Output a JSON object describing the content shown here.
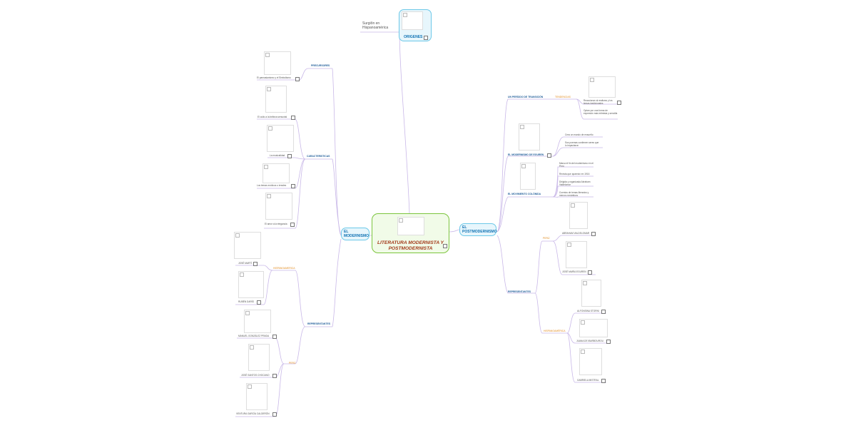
{
  "central": {
    "title": "LITERATURA MODERNISTA Y POSTMODERNISTA"
  },
  "origins": {
    "label": "ORIGENES",
    "note": "Surgiôn en Hispanoamérica"
  },
  "modernismo": {
    "label": "EL MODERNISMO",
    "precursores": {
      "label": "PRECURSORES",
      "items": [
        "El parnasianismo y el Simbolismo"
      ]
    },
    "caracteristicas": {
      "label": "CARACTERISTICAS",
      "items": [
        "El culto a la belleza sensorial",
        "La musicalidad",
        "Los temas exóticos o irreales",
        "El amor a la elegancia"
      ]
    },
    "representantes": {
      "label": "REPRESENTANTES",
      "hispanoamerica": {
        "label": "HISPANOAMERICA",
        "items": [
          "JOSÉ MARTÍ",
          "RUBÉN DARÍO"
        ]
      },
      "peru": {
        "label": "PERÚ",
        "items": [
          "MANUEL GONZÁLEZ PRADA",
          "JOSÉ SANTOS CHOCANO",
          "VENTURA GARCÍA CALDERÓN"
        ]
      }
    }
  },
  "postmodernismo": {
    "label": "EL POSTMODERNISMO",
    "periodo": {
      "label": "UN PERÍODO DE TRANSICIÓN",
      "tendencias": {
        "label": "TENDENCIAS",
        "items": [
          "Reaccionan al realismo y los temas tradicionales",
          "Optan por una forma de expresión más intimista y sencilla"
        ]
      }
    },
    "eguren": {
      "label": "EL MODERNISMO DE EGUREN",
      "items": [
        "Crea un mundo de ensueño",
        "Sus poemas contienen seres que lo impactaron"
      ]
    },
    "colonida": {
      "label": "EL MOVIMIENTO COLÓNIDA",
      "items": [
        "Marca el fin del modernismo en el Perú",
        "Revista que apareció en 1916",
        "Dirigida y organizada Abraham Valdelomar",
        "Cuentos de temas literarios y menos románticos"
      ]
    },
    "representantes": {
      "label": "REPRESENTANTES",
      "peru": {
        "label": "PERÚ",
        "items": [
          "ABRAHAM VALDELOMAR",
          "JOSÉ MARÍA EGUREN"
        ]
      },
      "hispanoamerica": {
        "label": "HISPANOAMÉRICA",
        "items": [
          "ALFONSINA STORNI",
          "JUANA DE IBARBOUROU",
          "GABRIELA MISTRAL"
        ]
      }
    }
  },
  "colors": {
    "central_border": "#7cc53d",
    "bubble": "#6cc8e8",
    "line_purple": "#c9b8e8",
    "orange": "#e08a1d",
    "blue": "#1f5d99"
  }
}
